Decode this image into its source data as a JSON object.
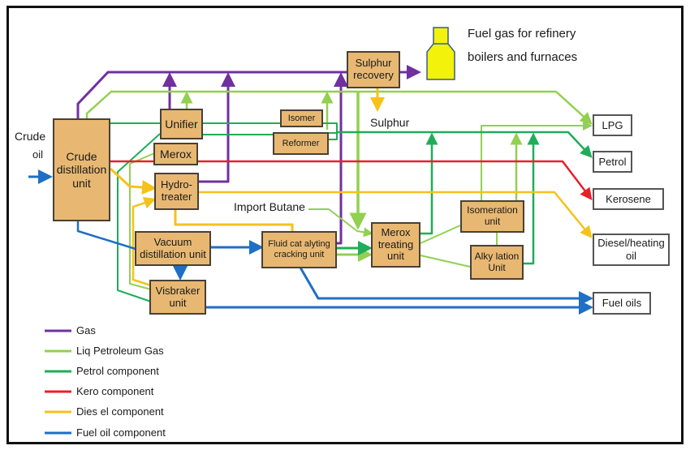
{
  "inputs": {
    "crude_oil_line1": "Crude",
    "crude_oil_line2": "oil",
    "import_butane": "Import Butane",
    "sulphur": "Sulphur",
    "fuel_gas_line1": "Fuel gas for refinery",
    "fuel_gas_line2": "boilers and furnaces"
  },
  "units": {
    "crude_distillation": "Crude distillation unit",
    "unifier": "Unifier",
    "merox": "Merox",
    "hydrotreater_line1": "Hydro-",
    "hydrotreater_line2": "treater",
    "isomer": "Isomer",
    "reformer": "Reformer",
    "sulphur_recovery_line1": "Sulphur",
    "sulphur_recovery_line2": "recovery",
    "vacuum_line1": "Vacuum",
    "vacuum_line2": "distillation unit",
    "visbraker_line1": "Visbraker",
    "visbraker_line2": "unit",
    "fcc_line1": "Fluid cat alyting",
    "fcc_line2": "cracking unit",
    "merox_treating_line1": "Merox",
    "merox_treating_line2": "treating",
    "merox_treating_line3": "unit",
    "isomeration_line1": "Isomeration",
    "isomeration_line2": "unit",
    "alkylation_line1": "Alky lation",
    "alkylation_line2": "Unit"
  },
  "products": {
    "lpg": "LPG",
    "petrol": "Petrol",
    "kerosene": "Kerosene",
    "diesel_line1": "Diesel/heating",
    "diesel_line2": "oil",
    "fuel_oils": "Fuel oils"
  },
  "legend": [
    {
      "label": "Gas",
      "color": "#7030a0"
    },
    {
      "label": "Liq Petroleum Gas",
      "color": "#92d050"
    },
    {
      "label": "Petrol component",
      "color": "#1fad5a"
    },
    {
      "label": "Kero component",
      "color": "#e8202a"
    },
    {
      "label": "Dies el component",
      "color": "#f5c21a"
    },
    {
      "label": "Fuel oil component",
      "color": "#1f6fc4"
    }
  ],
  "colors": {
    "gas": "#7030a0",
    "lpg": "#92d050",
    "petrol": "#1fad5a",
    "kero": "#e8202a",
    "diesel": "#f5c21a",
    "fuel_oil": "#1f6fc4",
    "unit_fill": "#e8b872",
    "fuel_gas_tank": "#f2f20a"
  }
}
